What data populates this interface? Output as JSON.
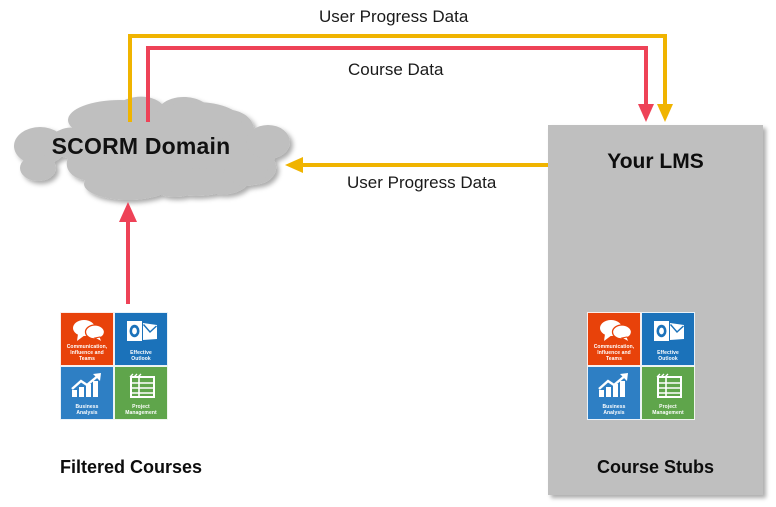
{
  "diagram": {
    "title_cloud": "SCORM Domain",
    "title_lms": "Your LMS",
    "caption_left": "Filtered Courses",
    "caption_right": "Course Stubs"
  },
  "colors": {
    "yellow_arrow": "#F0B400",
    "red_arrow": "#EE4257",
    "cloud_fill": "#BFBFBF",
    "lms_fill": "#BFBFBF",
    "tile_communication": "#E8420A",
    "tile_outlook": "#1B72BA",
    "tile_business": "#2E7FC4",
    "tile_project": "#5FA54B",
    "text": "#1a1a1a"
  },
  "flows": [
    {
      "id": "user-progress-top",
      "label": "User Progress Data",
      "color": "#F0B400",
      "from": "SCORM Domain",
      "to": "Your LMS"
    },
    {
      "id": "course-data",
      "label": "Course Data",
      "color": "#EE4257",
      "from": "SCORM Domain",
      "to": "Your LMS"
    },
    {
      "id": "user-progress-mid",
      "label": "User Progress Data",
      "color": "#F0B400",
      "from": "Your LMS",
      "to": "SCORM Domain"
    },
    {
      "id": "filtered-courses-up",
      "label": "",
      "color": "#EE4257",
      "from": "Filtered Courses",
      "to": "SCORM Domain"
    }
  ],
  "courses": [
    {
      "name": "Communication, Influence and Teams",
      "label_lines": [
        "Communication,",
        "Influence and",
        "Teams"
      ],
      "color": "#E8420A",
      "icon": "speech-bubbles-icon"
    },
    {
      "name": "Effective Outlook",
      "label_lines": [
        "Effective",
        "Outlook"
      ],
      "color": "#1B72BA",
      "icon": "outlook-envelope-icon"
    },
    {
      "name": "Business Analysis",
      "label_lines": [
        "Business",
        "Analysis"
      ],
      "color": "#2E7FC4",
      "icon": "bar-chart-arrow-icon"
    },
    {
      "name": "Project Management",
      "label_lines": [
        "Project",
        "Management"
      ],
      "color": "#5FA54B",
      "icon": "spreadsheet-grid-icon"
    }
  ]
}
